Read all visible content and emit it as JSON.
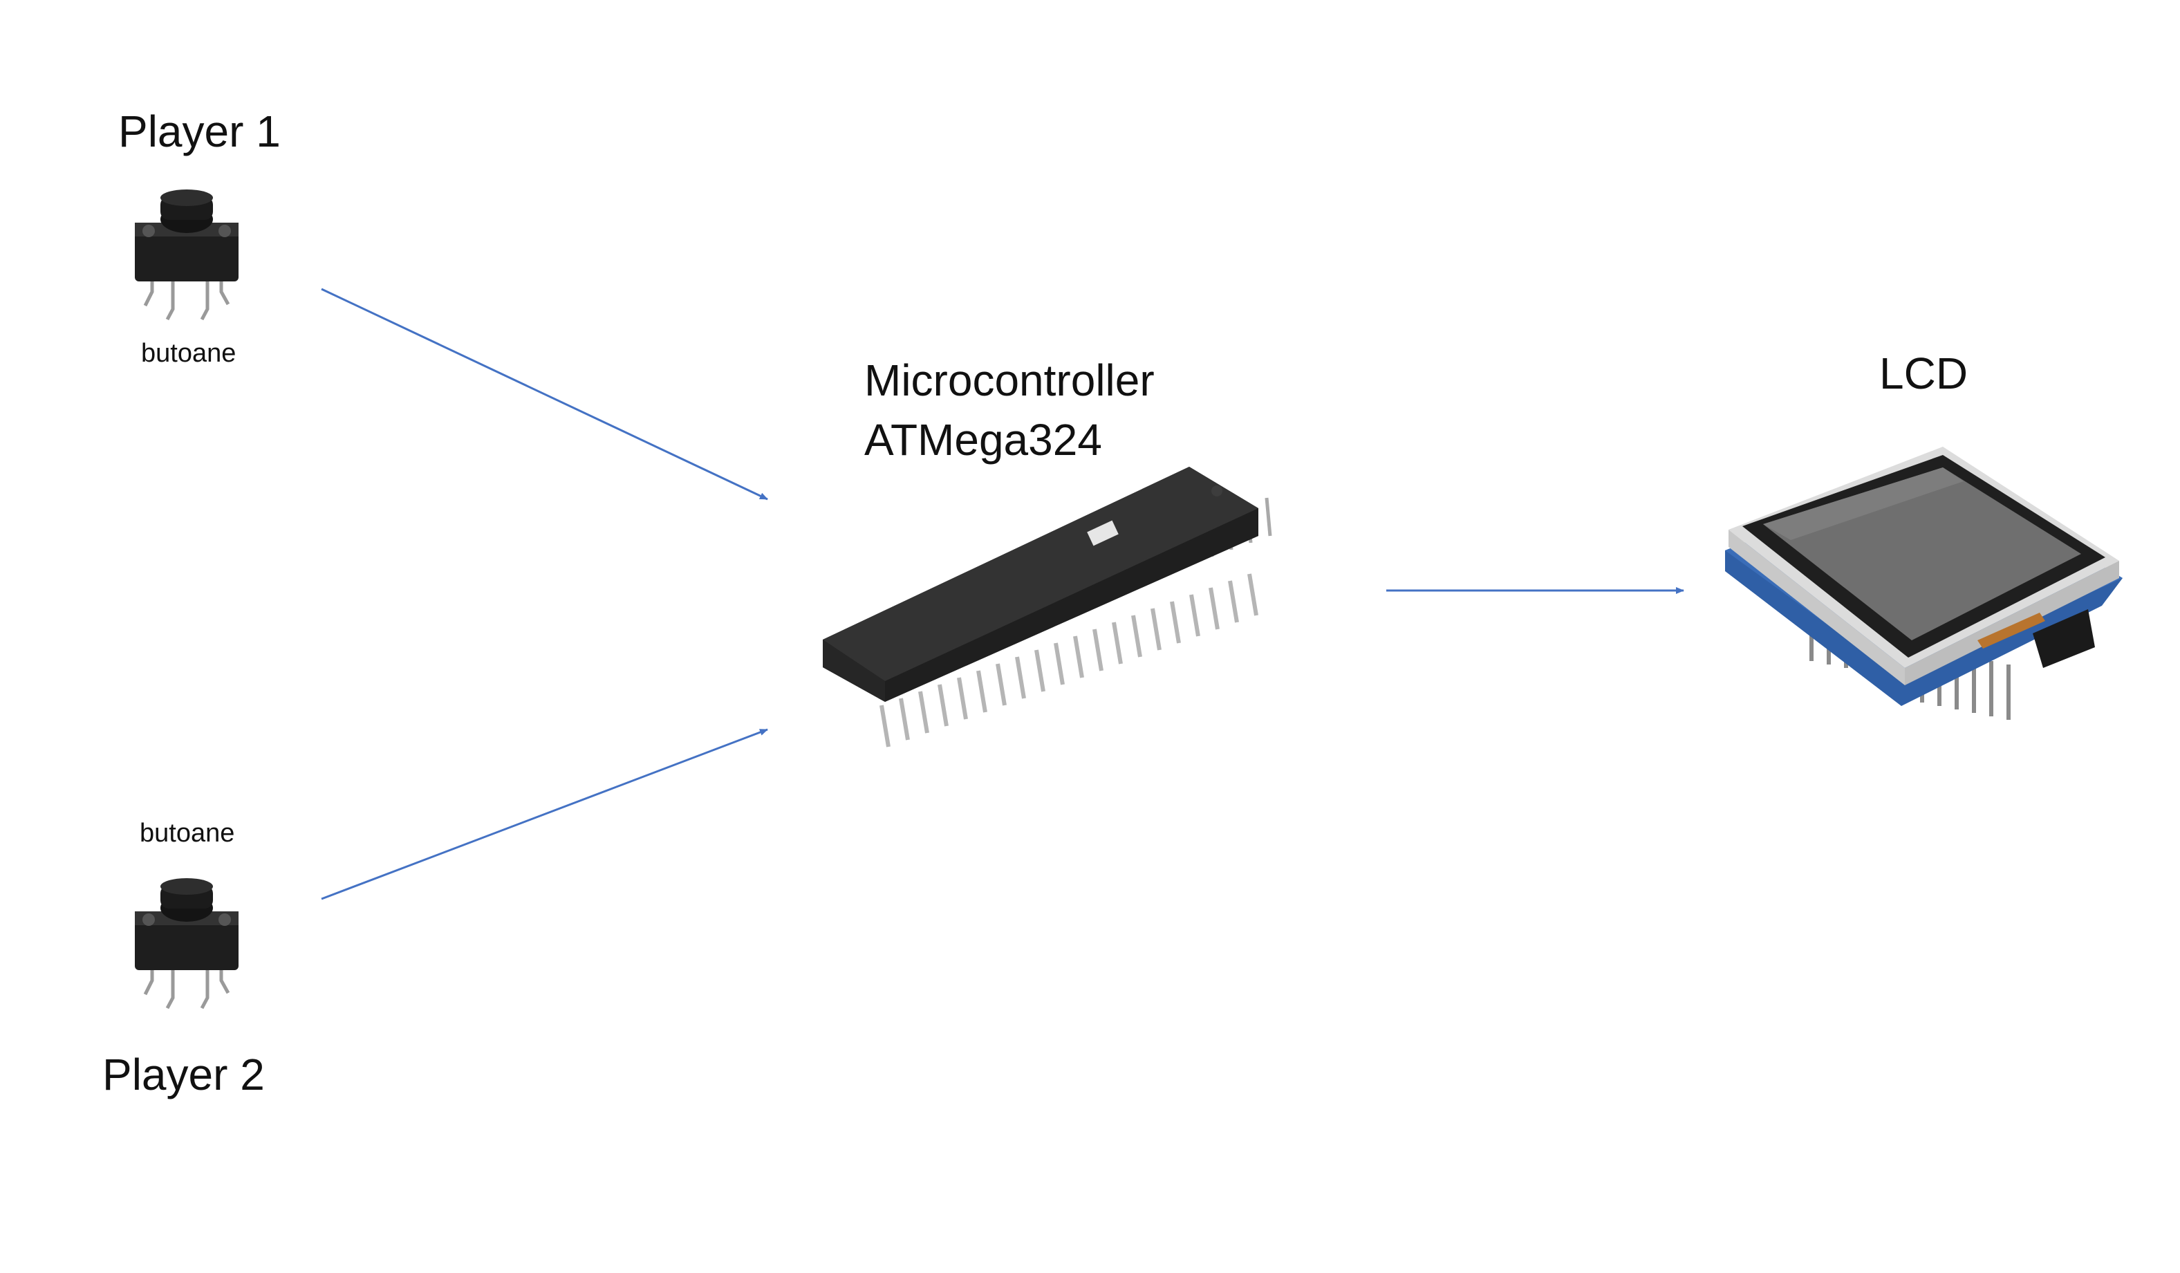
{
  "labels": {
    "player1": "Player 1",
    "player2": "Player 2",
    "buttons1": "butoane",
    "buttons2": "butoane",
    "mcu_line1": "Microcontroller",
    "mcu_line2": "ATMega324",
    "lcd": "LCD"
  },
  "colors": {
    "arrow": "#4472C4",
    "chip_body": "#2b2b2b",
    "pcb": "#2f5fa6",
    "screen": "#6f6f6f"
  },
  "icons": {
    "button": "tactile-push-button-icon",
    "mcu": "dip40-chip-icon",
    "lcd": "tft-lcd-shield-icon"
  }
}
